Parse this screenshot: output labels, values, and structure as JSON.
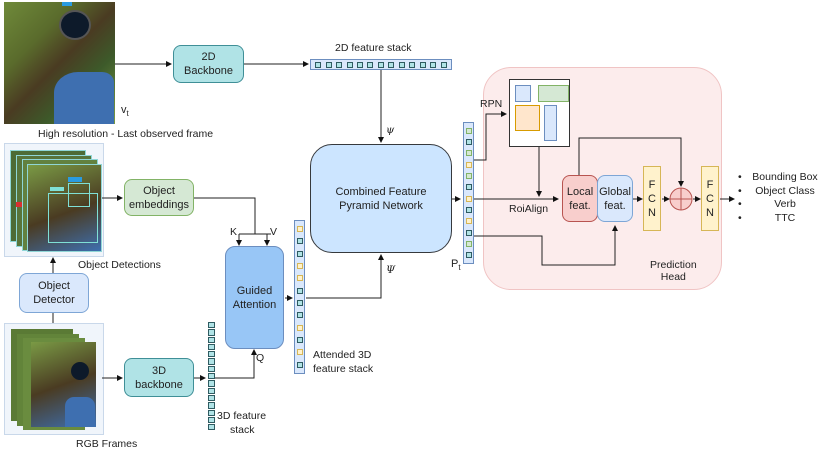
{
  "inputs": {
    "high_res_caption": "High resolution - Last observed frame",
    "high_res_symbol": "v",
    "high_res_symbol_sub": "t",
    "object_detections_caption": "Object Detections",
    "rgb_frames_caption": "RGB Frames"
  },
  "modules": {
    "backbone_2d": [
      "2D",
      "Backbone"
    ],
    "object_embeddings": [
      "Object",
      "embeddings"
    ],
    "object_detector": [
      "Object",
      "Detector"
    ],
    "backbone_3d": [
      "3D",
      "backbone"
    ],
    "guided_attention": [
      "Guided",
      "Attention"
    ],
    "combined_fpn": [
      "Combined Feature",
      "Pyramid Network"
    ]
  },
  "stacks": {
    "feature_2d": {
      "label": "2D feature stack",
      "cells": [
        "teal",
        "teal",
        "teal",
        "teal",
        "teal",
        "teal",
        "teal",
        "teal",
        "teal",
        "teal",
        "teal",
        "teal",
        "teal"
      ]
    },
    "feature_3d": {
      "label_line1": "3D feature",
      "label_line2": "stack",
      "count": 15
    },
    "attended_3d": {
      "label_line1": "Attended 3D",
      "label_line2": "feature stack",
      "cells": [
        "yellow",
        "teal",
        "teal",
        "yellow",
        "yellow",
        "teal",
        "teal",
        "teal",
        "yellow",
        "teal",
        "yellow",
        "teal"
      ]
    },
    "pyramid": {
      "symbol": "P",
      "symbol_sub": "t",
      "cells": [
        "green",
        "teal",
        "green",
        "yellow",
        "green",
        "teal",
        "yellow",
        "teal",
        "yellow",
        "teal",
        "green",
        "teal"
      ]
    }
  },
  "edge_labels": {
    "psi_2d": "ψ",
    "psi_3d": "Ψ",
    "k": "K",
    "v": "V",
    "q": "Q",
    "rpn": "RPN",
    "roialign": "RoiAlign"
  },
  "prediction_head": {
    "title_line1": "Prediction",
    "title_line2": "Head",
    "local_feat": [
      "Local",
      "feat."
    ],
    "global_feat": [
      "Global",
      "feat."
    ],
    "fcn_letters": [
      "F",
      "C",
      "N"
    ]
  },
  "outputs": [
    "Bounding Box",
    "Object Class",
    "Verb",
    "TTC"
  ],
  "colors": {
    "teal": "#b0e3e6",
    "light_blue": "#dae8fc",
    "green": "#d5e8d4",
    "attention_blue": "#98c6f6",
    "local_red": "#f8cecc",
    "fcn_yellow": "#fff2cc",
    "prediction_head_bg": "#fcecec"
  }
}
